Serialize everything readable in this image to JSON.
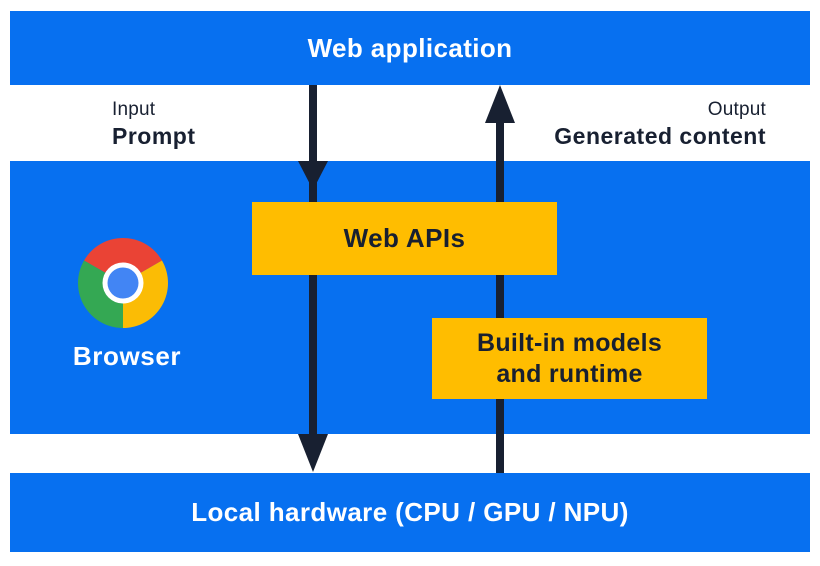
{
  "diagram": {
    "title_bar": {
      "label": "Web application"
    },
    "flow_labels": {
      "input": {
        "caption": "Input",
        "value": "Prompt"
      },
      "output": {
        "caption": "Output",
        "value": "Generated content"
      }
    },
    "browser_section": {
      "label": "Browser",
      "logo_icon": "chrome-logo"
    },
    "boxes": {
      "web_apis": {
        "label": "Web APIs"
      },
      "builtin_models": {
        "line1": "Built-in models",
        "line2": "and runtime"
      }
    },
    "hardware_bar": {
      "label": "Local hardware (CPU / GPU / NPU)"
    },
    "arrows": [
      {
        "name": "input-flow",
        "direction": "down",
        "from": "Web application",
        "to": "Local hardware (CPU / GPU / NPU)"
      },
      {
        "name": "output-flow",
        "direction": "up",
        "from": "Local hardware (CPU / GPU / NPU)",
        "to": "Web application"
      }
    ],
    "colors": {
      "section_blue": "#0770f0",
      "box_yellow": "#ffbd00",
      "arrow_dark": "#182031",
      "text_light": "#ffffff",
      "chrome_red": "#ea4335",
      "chrome_yellow": "#fbbc05",
      "chrome_green": "#34a853",
      "chrome_blue": "#4285f4"
    }
  }
}
